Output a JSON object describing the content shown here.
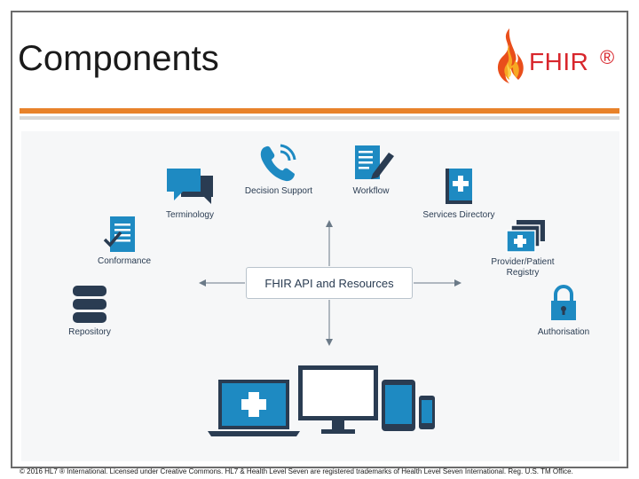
{
  "slide": {
    "title": "Components",
    "logo_text": "FHIR",
    "logo_reg": "®"
  },
  "diagram": {
    "center": "FHIR API and Resources",
    "nodes": {
      "decision_support": "Decision Support",
      "workflow": "Workflow",
      "terminology": "Terminology",
      "services_directory": "Services Directory",
      "conformance": "Conformance",
      "provider_registry_line1": "Provider/Patient",
      "provider_registry_line2": "Registry",
      "repository": "Repository",
      "authorisation": "Authorisation"
    },
    "colors": {
      "icon": "#1e8ac2",
      "icon_dark": "#2a3c52",
      "arrow": "#6b7a88"
    }
  },
  "footer": "© 2016 HL7 ® International. Licensed under Creative Commons. HL7 & Health Level Seven are registered trademarks of Health Level Seven International. Reg. U.S. TM Office."
}
